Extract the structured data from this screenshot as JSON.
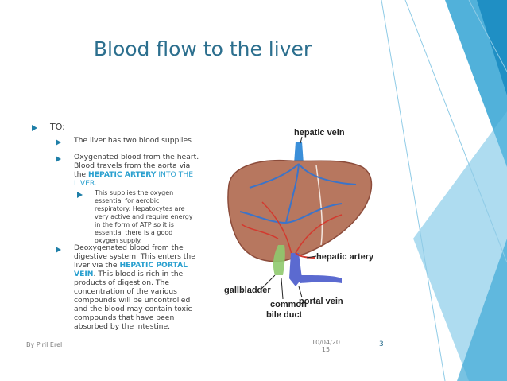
{
  "slide": {
    "title": "Blood flow to the liver",
    "bullets": {
      "to_label": "TO:",
      "supplies": "The liver has two blood supplies",
      "oxygenated_a": "Oxygenated blood from the heart.",
      "oxygenated_b": "Blood travels from the aorta via",
      "oxygenated_c": "the ",
      "hepatic_artery": "HEPATIC ARTERY",
      "into_the": " INTO THE",
      "liver_word": "LIVER.",
      "sub_a": "This supplies the oxygen",
      "sub_b": "essential for aerobic",
      "sub_c": "respiratory. Hepatocytes are",
      "sub_d": "very active and require energy",
      "sub_e": "in the form of ATP so it is",
      "sub_f": "essential there is a good",
      "sub_g": "oxygen supply.",
      "deox_a": "Deoxygenated blood from the",
      "deox_b": "digestive system. This enters the",
      "deox_c": "liver via the ",
      "hepatic_portal": "HEPATIC PORTAL",
      "portal_vein_word": "VEIN",
      "deox_d": ". This blood is rich in the",
      "deox_e": "products of digestion. The",
      "deox_f": "concentration of the various",
      "deox_g": "compounds will be uncontrolled",
      "deox_h": "and the blood may contain toxic",
      "deox_i": "compounds that have been",
      "deox_j": "absorbed by the intestine."
    },
    "diagram_labels": {
      "hepatic_vein": "hepatic vein",
      "hepatic_artery": "hepatic artery",
      "gallbladder": "gallbladder",
      "portal_vein": "portal vein",
      "common": "common",
      "bile_duct": "bile duct"
    },
    "footer": {
      "author": "By Piril Erel",
      "date_line1": "10/04/20",
      "date_line2": "15",
      "page": "3"
    }
  },
  "colors": {
    "accent_teal": "#2aa0cf",
    "title_blue": "#2c6f8e",
    "bullet_arrow": "#1f7fa8"
  }
}
